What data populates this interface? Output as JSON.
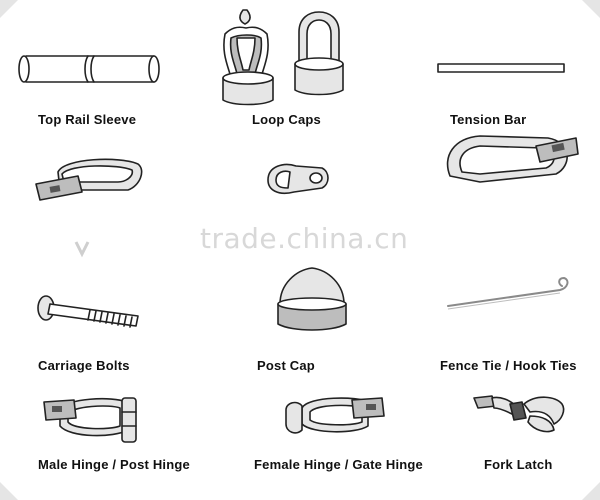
{
  "watermark": "trade.china.cn",
  "labels": {
    "top_rail_sleeve": "Top Rail Sleeve",
    "loop_caps": "Loop Caps",
    "tension_bar": "Tension Bar",
    "carriage_bolts": "Carriage Bolts",
    "post_cap": "Post Cap",
    "fence_tie": "Fence Tie / Hook Ties",
    "male_hinge": "Male Hinge / Post Hinge",
    "female_hinge": "Female Hinge / Gate Hinge",
    "fork_latch": "Fork Latch"
  }
}
